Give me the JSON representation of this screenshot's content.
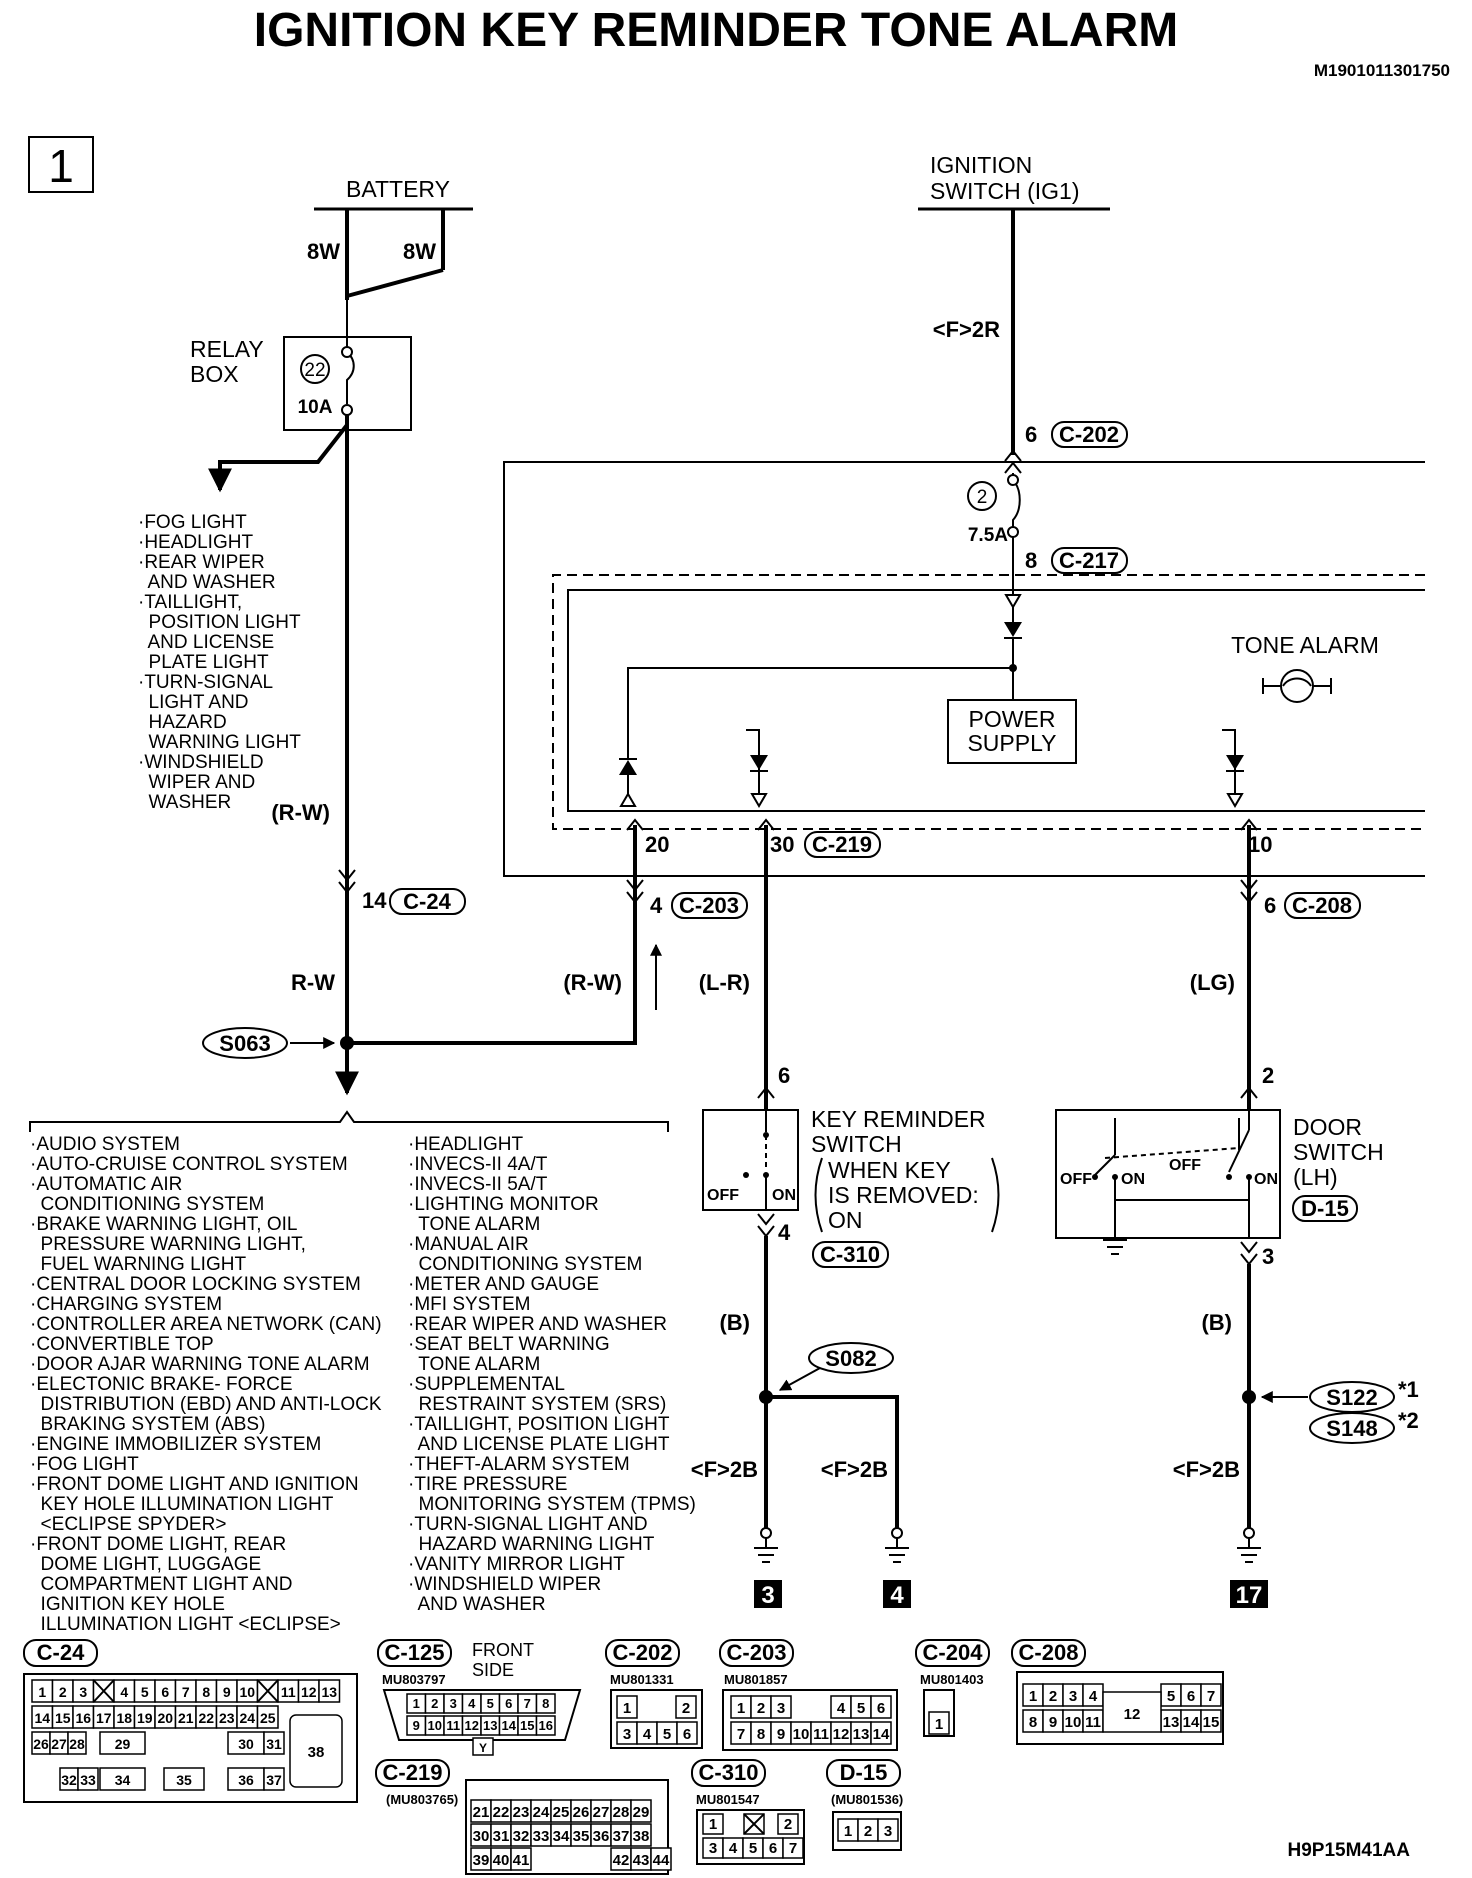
{
  "title": "IGNITION KEY REMINDER TONE ALARM",
  "doc_id": "M1901011301750",
  "page_number": "1",
  "figure_code": "H9P15M41AA",
  "sources": {
    "battery": "BATTERY",
    "battery_wire_left": "8W",
    "battery_wire_right": "8W",
    "ignition_line1": "IGNITION",
    "ignition_line2": "SWITCH (IG1)",
    "ignition_ref": "<F>2R"
  },
  "relay_box": {
    "label_line1": "RELAY",
    "label_line2": "BOX",
    "fuse_no": "22",
    "fuse_rating": "10A",
    "other_circuits": [
      "·FOG LIGHT",
      "·HEADLIGHT",
      "·REAR WIPER",
      "  AND WASHER",
      "·TAILLIGHT,",
      "  POSITION LIGHT",
      "  AND LICENSE",
      "  PLATE LIGHT",
      "·TURN-SIGNAL",
      "  LIGHT AND",
      "  HAZARD",
      "  WARNING LIGHT",
      "·WINDSHIELD",
      "  WIPER AND",
      "  WASHER"
    ]
  },
  "etacs": {
    "fuse_no": "2",
    "fuse_rating": "7.5A",
    "pin_c202": "6",
    "conn_c202": "C-202",
    "pin_c217": "8",
    "conn_c217": "C-217",
    "power_supply_line1": "POWER",
    "power_supply_line2": "SUPPLY",
    "tone_alarm": "TONE ALARM",
    "pin_20": "20",
    "pin_30": "30",
    "conn_c219": "C-219",
    "pin_10": "10"
  },
  "wires": {
    "rw_paren": "(R-W)",
    "pin_14": "14",
    "conn_c24": "C-24",
    "rw": "R-W",
    "splice_s063": "S063",
    "pin_4": "4",
    "conn_c203": "C-203",
    "rw_paren2": "(R-W)",
    "lr": "(L-R)",
    "pin_6b": "6",
    "conn_c208": "C-208",
    "lg": "(LG)"
  },
  "key_switch": {
    "pin_top": "6",
    "label_line1": "KEY REMINDER",
    "label_line2": "SWITCH",
    "cond_line1": "WHEN KEY",
    "cond_line2": "IS REMOVED:",
    "cond_line3": "ON",
    "off": "OFF",
    "on": "ON",
    "pin_bottom": "4",
    "conn": "C-310",
    "wire": "(B)",
    "splice": "S082",
    "ref_left": "<F>2B",
    "ref_right": "<F>2B",
    "ground_left": "3",
    "ground_right": "4"
  },
  "door_switch": {
    "pin_top": "2",
    "label_line1": "DOOR",
    "label_line2": "SWITCH",
    "label_line3": "(LH)",
    "conn": "D-15",
    "off1": "OFF",
    "on1": "ON",
    "off2": "OFF",
    "on2": "ON",
    "pin_bottom": "3",
    "wire": "(B)",
    "splice1": "S122",
    "note1": "*1",
    "splice2": "S148",
    "note2": "*2",
    "ref": "<F>2B",
    "ground": "17"
  },
  "systems_col1": [
    "·AUDIO SYSTEM",
    "·AUTO-CRUISE CONTROL SYSTEM",
    "·AUTOMATIC AIR",
    "  CONDITIONING SYSTEM",
    "·BRAKE WARNING LIGHT, OIL",
    "  PRESSURE WARNING LIGHT,",
    "  FUEL WARNING LIGHT",
    "·CENTRAL DOOR LOCKING SYSTEM",
    "·CHARGING SYSTEM",
    "·CONTROLLER AREA NETWORK (CAN)",
    "·CONVERTIBLE TOP",
    "·DOOR AJAR WARNING TONE ALARM",
    "·ELECTONIC BRAKE- FORCE",
    "  DISTRIBUTION (EBD) AND ANTI-LOCK",
    "  BRAKING SYSTEM (ABS)",
    "·ENGINE IMMOBILIZER SYSTEM",
    "·FOG LIGHT",
    "·FRONT DOME LIGHT AND IGNITION",
    "  KEY HOLE ILLUMINATION LIGHT",
    "  <ECLIPSE SPYDER>",
    "·FRONT DOME LIGHT, REAR",
    "  DOME LIGHT, LUGGAGE",
    "  COMPARTMENT LIGHT AND",
    "  IGNITION KEY HOLE",
    "  ILLUMINATION LIGHT <ECLIPSE>"
  ],
  "systems_col2": [
    "·HEADLIGHT",
    "·INVECS-II 4A/T",
    "·INVECS-II 5A/T",
    "·LIGHTING MONITOR",
    "  TONE ALARM",
    "·MANUAL AIR",
    "  CONDITIONING SYSTEM",
    "·METER AND GAUGE",
    "·MFI SYSTEM",
    "·REAR WIPER AND WASHER",
    "·SEAT BELT WARNING",
    "  TONE ALARM",
    "·SUPPLEMENTAL",
    "  RESTRAINT SYSTEM (SRS)",
    "·TAILLIGHT, POSITION LIGHT",
    "  AND LICENSE PLATE LIGHT",
    "·THEFT-ALARM SYSTEM",
    "·TIRE PRESSURE",
    "  MONITORING SYSTEM (TPMS)",
    "·TURN-SIGNAL LIGHT AND",
    "  HAZARD WARNING LIGHT",
    "·VANITY MIRROR LIGHT",
    "·WINDSHIELD WIPER",
    "  AND WASHER"
  ],
  "connectors": {
    "c24": {
      "name": "C-24",
      "row1": [
        "1",
        "2",
        "3",
        "",
        "4",
        "5",
        "6",
        "7",
        "8",
        "9",
        "10",
        "",
        "11",
        "12",
        "13"
      ],
      "row2": [
        "14",
        "15",
        "16",
        "17",
        "18",
        "19",
        "20",
        "21",
        "22",
        "23",
        "24",
        "25"
      ],
      "row3": [
        "26",
        "27",
        "28",
        "29",
        "30",
        "31"
      ],
      "row4": [
        "32",
        "33",
        "34",
        "35",
        "36",
        "37"
      ],
      "big": "38"
    },
    "c125": {
      "name": "C-125",
      "part": "MU803797",
      "side_line1": "FRONT",
      "side_line2": "SIDE",
      "row1": [
        "1",
        "2",
        "3",
        "4",
        "5",
        "6",
        "7",
        "8"
      ],
      "row2": [
        "9",
        "10",
        "11",
        "12",
        "13",
        "14",
        "15",
        "16"
      ],
      "mark": "Y"
    },
    "c202": {
      "name": "C-202",
      "part": "MU801331",
      "row1": [
        "1",
        "2"
      ],
      "row2": [
        "3",
        "4",
        "5",
        "6"
      ]
    },
    "c203": {
      "name": "C-203",
      "part": "MU801857",
      "row1": [
        "1",
        "2",
        "3",
        "4",
        "5",
        "6"
      ],
      "row2": [
        "7",
        "8",
        "9",
        "10",
        "11",
        "12",
        "13",
        "14"
      ]
    },
    "c204": {
      "name": "C-204",
      "part": "MU801403",
      "row1": [
        "1"
      ]
    },
    "c208": {
      "name": "C-208",
      "row1": [
        "1",
        "2",
        "3",
        "4",
        "5",
        "6",
        "7"
      ],
      "row2": [
        "8",
        "9",
        "10",
        "11",
        "13",
        "14",
        "15"
      ],
      "center": "12"
    },
    "c219": {
      "name": "C-219",
      "part": "(MU803765)",
      "row1": [
        "21",
        "22",
        "23",
        "24",
        "25",
        "26",
        "27",
        "28",
        "29"
      ],
      "row2": [
        "30",
        "31",
        "32",
        "33",
        "34",
        "35",
        "36",
        "37",
        "38"
      ],
      "row3": [
        "39",
        "40",
        "41",
        "42",
        "43",
        "44"
      ]
    },
    "c310": {
      "name": "C-310",
      "part": "MU801547",
      "row1": [
        "1",
        "2"
      ],
      "row2": [
        "3",
        "4",
        "5",
        "6",
        "7"
      ]
    },
    "d15": {
      "name": "D-15",
      "part": "(MU801536)",
      "row1": [
        "1",
        "2",
        "3"
      ]
    }
  }
}
